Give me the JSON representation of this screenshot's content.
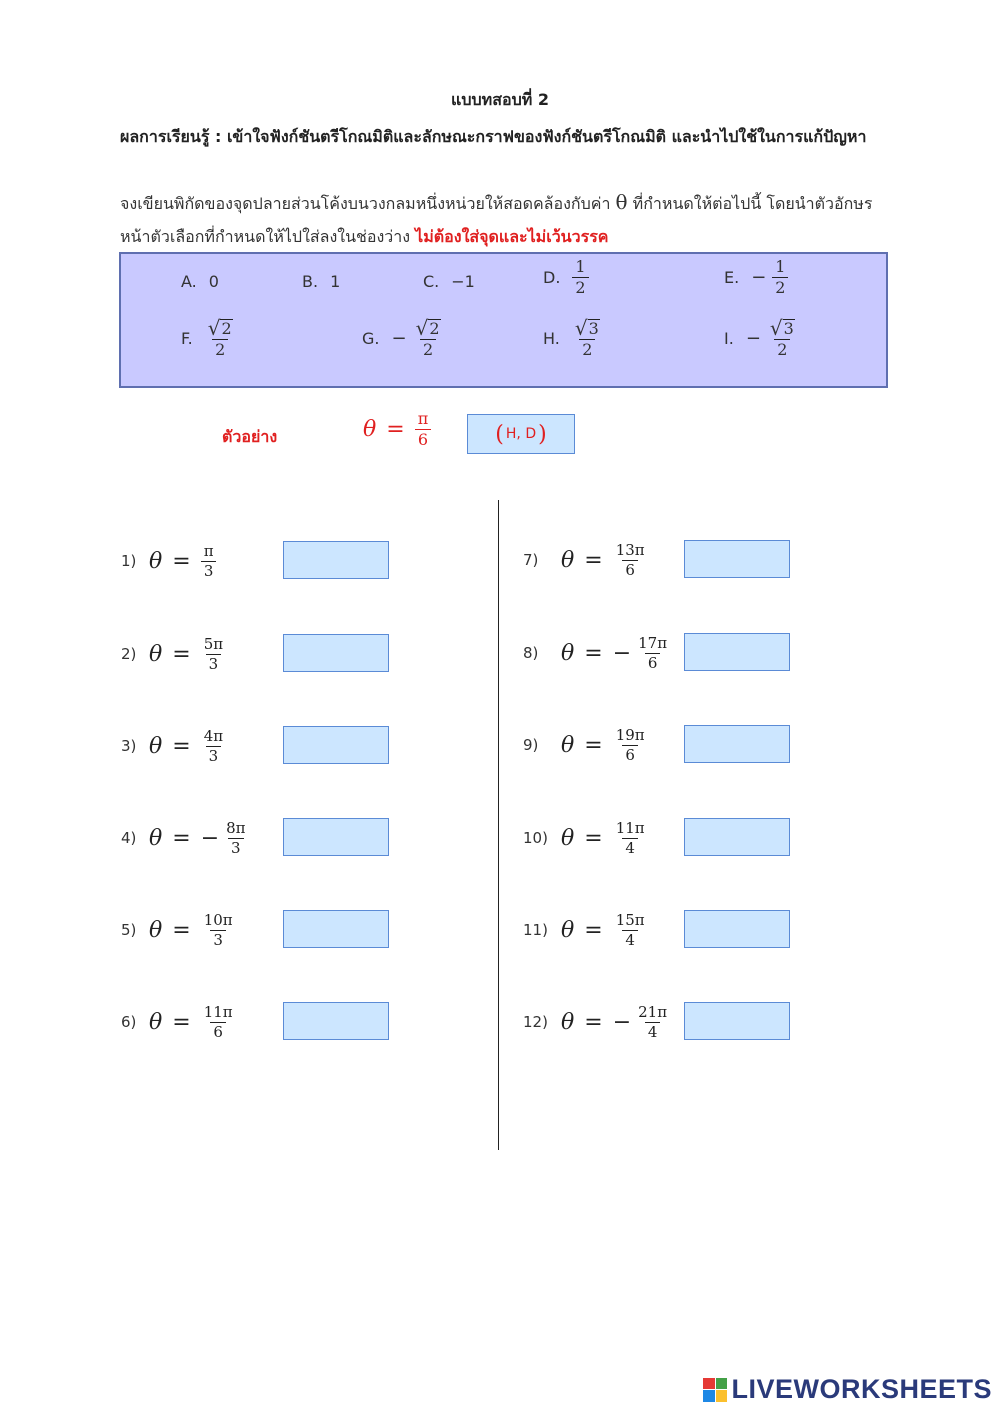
{
  "title": "แบบทสอบที่ 2",
  "outcome": "ผลการเรียนรู้ : เข้าใจฟังก์ชันตรีโกณมิติและลักษณะกราฟของฟังก์ชันตรีโกณมิติ และนำไปใช้ในการแก้ปัญหา",
  "instruction": {
    "part1": "จงเขียนพิกัดของจุดปลายส่วนโค้งบนวงกลมหนึ่งหน่วยให้สอดคล้องกับค่า",
    "symbol": "θ",
    "part2": "ที่กำหนดให้ต่อไปนี้ โดยนำตัวอักษรหน้าตัวเลือกที่กำหนดให้ไปใส่ลงในช่องว่าง",
    "emphasis": "ไม่ต้องใส่จุดและไม่เว้นวรรค"
  },
  "choices": {
    "A": {
      "label": "A.",
      "value": "0"
    },
    "B": {
      "label": "B.",
      "value": "1"
    },
    "C": {
      "label": "C.",
      "value": "−1"
    },
    "D": {
      "label": "D.",
      "num": "1",
      "den": "2"
    },
    "E": {
      "label": "E.",
      "sign": "−",
      "num": "1",
      "den": "2"
    },
    "F": {
      "label": "F.",
      "radicand": "2",
      "den": "2"
    },
    "G": {
      "label": "G.",
      "sign": "−",
      "radicand": "2",
      "den": "2"
    },
    "H": {
      "label": "H.",
      "radicand": "3",
      "den": "2"
    },
    "I": {
      "label": "I.",
      "sign": "−",
      "radicand": "3",
      "den": "2"
    }
  },
  "example": {
    "label": "ตัวอย่าง",
    "theta": "θ",
    "equals": "=",
    "num": "π",
    "den": "6",
    "answer": "H, D",
    "open": "(",
    "close": ")"
  },
  "questions": [
    {
      "num": "1)",
      "theta": "θ",
      "equals": "=",
      "sign": "",
      "numer": "π",
      "den": "3"
    },
    {
      "num": "2)",
      "theta": "θ",
      "equals": "=",
      "sign": "",
      "numer": "5π",
      "den": "3"
    },
    {
      "num": "3)",
      "theta": "θ",
      "equals": "=",
      "sign": "",
      "numer": "4π",
      "den": "3"
    },
    {
      "num": "4)",
      "theta": "θ",
      "equals": "=",
      "sign": "−",
      "numer": "8π",
      "den": "3"
    },
    {
      "num": "5)",
      "theta": "θ",
      "equals": "=",
      "sign": "",
      "numer": "10π",
      "den": "3"
    },
    {
      "num": "6)",
      "theta": "θ",
      "equals": "=",
      "sign": "",
      "numer": "11π",
      "den": "6"
    },
    {
      "num": "7)",
      "theta": "θ",
      "equals": "=",
      "sign": "",
      "numer": "13π",
      "den": "6"
    },
    {
      "num": "8)",
      "theta": "θ",
      "equals": "=",
      "sign": "−",
      "numer": "17π",
      "den": "6"
    },
    {
      "num": "9)",
      "theta": "θ",
      "equals": "=",
      "sign": "",
      "numer": "19π",
      "den": "6"
    },
    {
      "num": "10)",
      "theta": "θ",
      "equals": "=",
      "sign": "",
      "numer": "11π",
      "den": "4"
    },
    {
      "num": "11)",
      "theta": "θ",
      "equals": "=",
      "sign": "",
      "numer": "15π",
      "den": "4"
    },
    {
      "num": "12)",
      "theta": "θ",
      "equals": "=",
      "sign": "−",
      "numer": "21π",
      "den": "4"
    }
  ],
  "brand": "LIVEWORKSHEETS",
  "colors": {
    "accent_red": "#e02020",
    "choice_bg": "#c9c9ff",
    "answer_bg": "#cce6ff",
    "brand_blue": "#2a3a7a"
  }
}
